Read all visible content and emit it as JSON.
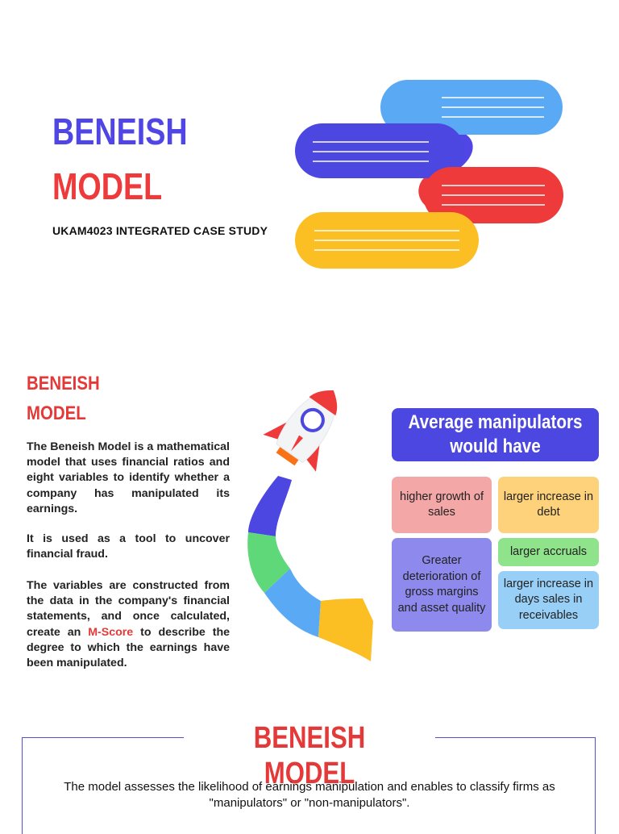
{
  "header": {
    "title_line1": "BENEISH",
    "title_line2": "MODEL",
    "subtitle": "UKAM4023 INTEGRATED CASE STUDY"
  },
  "intro": {
    "title_line1": "BENEISH",
    "title_line2": "MODEL",
    "paragraph1": "The Beneish Model is a mathematical model that uses financial ratios and eight variables to identify whether a company has manipulated its earnings.",
    "paragraph2": "It is used as a tool to uncover financial fraud.",
    "paragraph3_before": "The variables are constructed from the data in the company's financial statements, and once calculated, create an ",
    "paragraph3_highlight": "M-Score",
    "paragraph3_after": " to describe the degree to which the earnings have been manipulated."
  },
  "panel": {
    "heading": "Average manipulators would have",
    "cards": [
      {
        "text": "higher growth of sales",
        "color": "#f4a7a7"
      },
      {
        "text": "larger increase in debt",
        "color": "#fdd27a"
      },
      {
        "text": "Greater deterioration of gross margins and asset quality",
        "color": "#8e89ec"
      },
      {
        "text": "larger accruals",
        "color": "#8ee38b"
      },
      {
        "text": "larger increase in days sales in receivables",
        "color": "#98cff7"
      }
    ]
  },
  "bottom": {
    "title": "BENEISH MODEL",
    "text": "The model assesses the likelihood of earnings manipulation and enables to classify firms as \"manipulators\" or \"non-manipulators\"."
  },
  "icons": {
    "header_graphic": "speech-bubbles-graphic",
    "rocket": "rocket-icon"
  },
  "colors": {
    "blue": "#4f46e5",
    "red": "#e53939",
    "light_blue": "#5aa9f5",
    "yellow": "#fbbf24",
    "green": "#5fd87a"
  }
}
